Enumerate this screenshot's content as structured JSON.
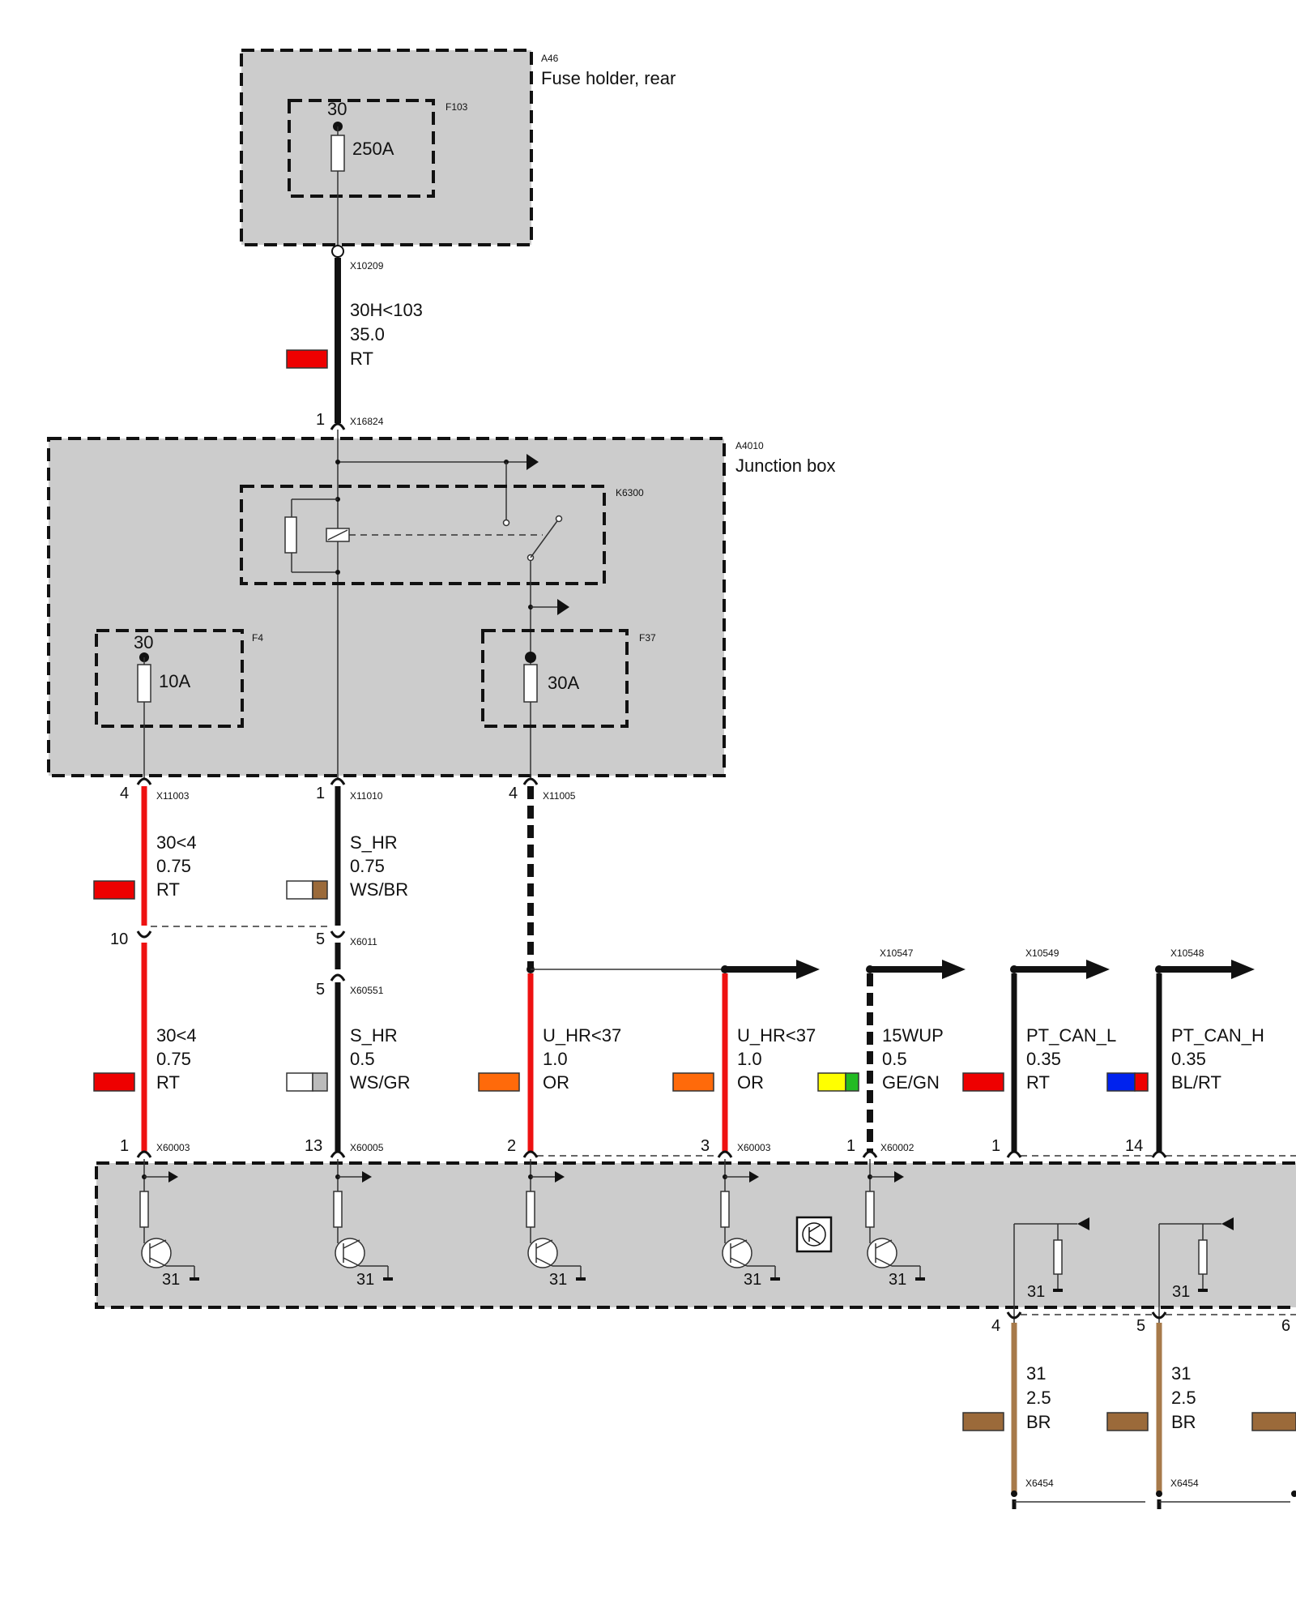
{
  "components": {
    "fuse_holder": {
      "code": "A46",
      "name": "Fuse holder, rear"
    },
    "fuse_f103": {
      "code": "F103",
      "pin": "30",
      "rating": "250A"
    },
    "junction_box": {
      "code": "A4010",
      "name": "Junction box"
    },
    "relay": {
      "code": "K6300"
    },
    "fuse_f4": {
      "code": "F4",
      "pin": "30",
      "rating": "10A"
    },
    "fuse_f37": {
      "code": "F37",
      "rating": "30A"
    }
  },
  "connectors": {
    "x10209": "X10209",
    "x16824": {
      "code": "X16824",
      "pin": "1"
    },
    "x11003": {
      "code": "X11003",
      "pin": "4"
    },
    "x11010": {
      "code": "X11010",
      "pin": "1"
    },
    "x11005": {
      "code": "X11005",
      "pin": "4"
    },
    "x6011": {
      "code": "X6011",
      "pin_left": "10",
      "pin_right": "5"
    },
    "x60551": {
      "code": "X60551",
      "pin": "5"
    },
    "x10547": "X10547",
    "x10549": "X10549",
    "x10548": "X10548",
    "bottom_row": [
      {
        "code": "X60003",
        "pin": "1"
      },
      {
        "code": "X60005",
        "pin": "13"
      },
      {
        "code": "",
        "pin": "2"
      },
      {
        "code": "X60003",
        "pin": "3"
      },
      {
        "code": "X60002",
        "pin": "1"
      },
      {
        "code": "",
        "pin": "1"
      },
      {
        "code": "",
        "pin": "14"
      }
    ],
    "ground_pins": [
      "4",
      "5",
      "6"
    ],
    "x6454": [
      "X6454",
      "X6454"
    ]
  },
  "wires": {
    "main": {
      "signal": "30H<103",
      "size": "35.0",
      "color": "RT"
    },
    "w30_4_upper": {
      "signal": "30<4",
      "size": "0.75",
      "color": "RT"
    },
    "s_hr_upper": {
      "signal": "S_HR",
      "size": "0.75",
      "color": "WS/BR"
    },
    "w30_4_lower": {
      "signal": "30<4",
      "size": "0.75",
      "color": "RT"
    },
    "s_hr_lower": {
      "signal": "S_HR",
      "size": "0.5",
      "color": "WS/GR"
    },
    "u_hr_a": {
      "signal": "U_HR<37",
      "size": "1.0",
      "color": "OR"
    },
    "u_hr_b": {
      "signal": "U_HR<37",
      "size": "1.0",
      "color": "OR"
    },
    "wup": {
      "signal": "15WUP",
      "size": "0.5",
      "color": "GE/GN"
    },
    "can_l": {
      "signal": "PT_CAN_L",
      "size": "0.35",
      "color": "RT"
    },
    "can_h": {
      "signal": "PT_CAN_H",
      "size": "0.35",
      "color": "BL/RT"
    },
    "gnd_a": {
      "signal": "31",
      "size": "2.5",
      "color": "BR"
    },
    "gnd_b": {
      "signal": "31",
      "size": "2.5",
      "color": "BR"
    }
  },
  "ground_label": "31",
  "swatch_colors": {
    "red": "#ee0000",
    "white": "#ffffff",
    "brown": "#9b6a3a",
    "grey": "#bbbbbb",
    "orange": "#ff6a0a",
    "yellow": "#ffff00",
    "green": "#22bb22",
    "blue": "#0022ee",
    "wire_red": "#ee1111",
    "wire_brown": "#a77a4a"
  }
}
